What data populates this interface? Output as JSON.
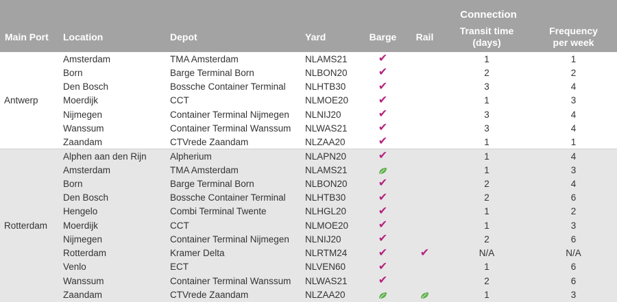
{
  "header": {
    "connection": "Connection",
    "main_port": "Main Port",
    "location": "Location",
    "depot": "Depot",
    "yard": "Yard",
    "barge": "Barge",
    "rail": "Rail",
    "transit_line1": "Transit time",
    "transit_line2": "(days)",
    "frequency_line1": "Frequency",
    "frequency_line2": "per week"
  },
  "legend_icons": {
    "standard": "checkmark-icon",
    "green": "leaf-icon"
  },
  "colors": {
    "check": "#b5237f",
    "leaf": "#5fb04a",
    "header_bg": "#a3a3a3",
    "alt_bg": "#e6e6e6"
  },
  "groups": [
    {
      "port": "Antwerp",
      "rows": [
        {
          "location": "Amsterdam",
          "depot": "TMA Amsterdam",
          "yard": "NLAMS21",
          "barge": "check",
          "rail": "",
          "transit": "1",
          "frequency": "1"
        },
        {
          "location": "Born",
          "depot": "Barge Terminal Born",
          "yard": "NLBON20",
          "barge": "check",
          "rail": "",
          "transit": "2",
          "frequency": "2"
        },
        {
          "location": "Den Bosch",
          "depot": "Bossche Container Terminal",
          "yard": "NLHTB30",
          "barge": "check",
          "rail": "",
          "transit": "3",
          "frequency": "4"
        },
        {
          "location": "Moerdijk",
          "depot": "CCT",
          "yard": "NLMOE20",
          "barge": "check",
          "rail": "",
          "transit": "1",
          "frequency": "3"
        },
        {
          "location": "Nijmegen",
          "depot": "Container Terminal Nijmegen",
          "yard": "NLNIJ20",
          "barge": "check",
          "rail": "",
          "transit": "3",
          "frequency": "4"
        },
        {
          "location": "Wanssum",
          "depot": "Container Terminal Wanssum",
          "yard": "NLWAS21",
          "barge": "check",
          "rail": "",
          "transit": "3",
          "frequency": "4"
        },
        {
          "location": "Zaandam",
          "depot": "CTVrede Zaandam",
          "yard": "NLZAA20",
          "barge": "check",
          "rail": "",
          "transit": "1",
          "frequency": "1"
        }
      ]
    },
    {
      "port": "Rotterdam",
      "rows": [
        {
          "location": "Alphen aan den Rijn",
          "depot": "Alpherium",
          "yard": "NLAPN20",
          "barge": "check",
          "rail": "",
          "transit": "1",
          "frequency": "4"
        },
        {
          "location": "Amsterdam",
          "depot": "TMA Amsterdam",
          "yard": "NLAMS21",
          "barge": "leaf",
          "rail": "",
          "transit": "1",
          "frequency": "3"
        },
        {
          "location": "Born",
          "depot": "Barge Terminal Born",
          "yard": "NLBON20",
          "barge": "check",
          "rail": "",
          "transit": "2",
          "frequency": "4"
        },
        {
          "location": "Den Bosch",
          "depot": "Bossche Container Terminal",
          "yard": "NLHTB30",
          "barge": "check",
          "rail": "",
          "transit": "2",
          "frequency": "6"
        },
        {
          "location": "Hengelo",
          "depot": "Combi Terminal Twente",
          "yard": "NLHGL20",
          "barge": "check",
          "rail": "",
          "transit": "1",
          "frequency": "2"
        },
        {
          "location": "Moerdijk",
          "depot": "CCT",
          "yard": "NLMOE20",
          "barge": "check",
          "rail": "",
          "transit": "1",
          "frequency": "3"
        },
        {
          "location": "Nijmegen",
          "depot": "Container Terminal Nijmegen",
          "yard": "NLNIJ20",
          "barge": "check",
          "rail": "",
          "transit": "2",
          "frequency": "6"
        },
        {
          "location": "Rotterdam",
          "depot": "Kramer Delta",
          "yard": "NLRTM24",
          "barge": "check",
          "rail": "check",
          "transit": "N/A",
          "frequency": "N/A"
        },
        {
          "location": "Venlo",
          "depot": "ECT",
          "yard": "NLVEN60",
          "barge": "check",
          "rail": "",
          "transit": "1",
          "frequency": "6"
        },
        {
          "location": "Wanssum",
          "depot": "Container Terminal Wanssum",
          "yard": "NLWAS21",
          "barge": "check",
          "rail": "",
          "transit": "2",
          "frequency": "6"
        },
        {
          "location": "Zaandam",
          "depot": "CTVrede Zaandam",
          "yard": "NLZAA20",
          "barge": "leaf",
          "rail": "leaf",
          "transit": "1",
          "frequency": "3"
        }
      ]
    }
  ]
}
